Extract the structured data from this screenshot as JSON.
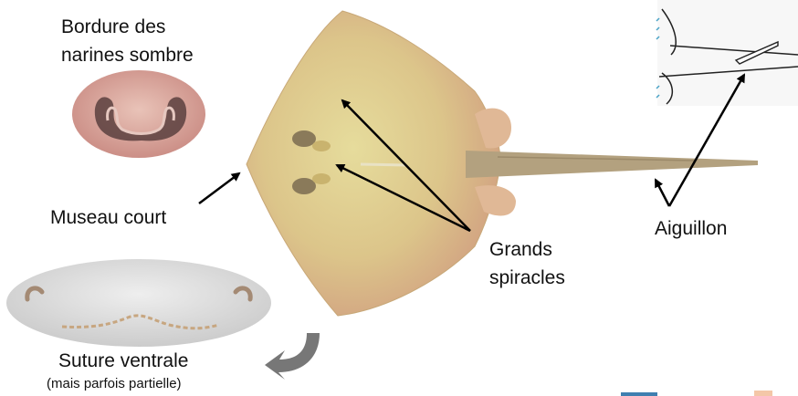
{
  "labels": {
    "nostril_line1": "Bordure des",
    "nostril_line2": "narines sombre",
    "snout": "Museau court",
    "spiracles_line1": "Grands",
    "spiracles_line2": "spiracles",
    "sting": "Aiguillon",
    "suture": "Suture ventrale",
    "suture_note": "(mais parfois partielle)"
  },
  "colors": {
    "body_light": "#e3d69a",
    "body_mid": "#d7bf86",
    "body_edge": "#cf9f82",
    "tail": "#b3a17f",
    "nostril_bg": "#d7a29a",
    "ventral_bg": "#dcdcdc",
    "rotate_arrow": "#777777",
    "arrow": "#000000"
  },
  "icons": {
    "rotate": "rotate-arrow-icon"
  }
}
